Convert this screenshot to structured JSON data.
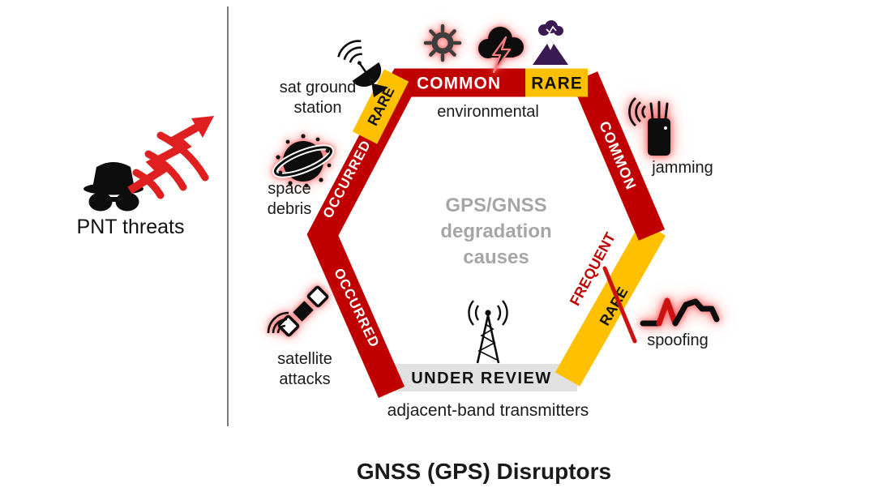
{
  "title": "GNSS (GPS) Disruptors",
  "left_panel": {
    "threat_label": "PNT threats"
  },
  "hexagon": {
    "center_label": "GPS/GNSS\ndegradation\ncauses",
    "bands": {
      "top_common": "COMMON",
      "top_rare": "RARE",
      "top_left_rare": "RARE",
      "upper_left_occurred": "OCCURRED",
      "lower_left_occurred": "OCCURRED",
      "upper_right_common": "COMMON",
      "lower_right_rare": "RARE",
      "lower_right_frequent": "FREQUENT",
      "bottom_under_review": "UNDER REVIEW"
    },
    "causes": {
      "environmental": "environmental",
      "jamming": "jamming",
      "spoofing": "spoofing",
      "adjacent_band": "adjacent-band transmitters",
      "sat_ground_station": "sat ground\nstation",
      "space_debris": "space\ndebris",
      "satellite_attacks": "satellite\nattacks"
    }
  },
  "icons": {
    "sun": "sun-icon",
    "storm": "storm-cloud-lightning-icon",
    "volcano": "volcano-icon",
    "dish": "satellite-dish-icon",
    "debris": "space-debris-planet-icon",
    "satellite": "satellite-icon",
    "tower": "radio-tower-icon",
    "jammer": "jammer-device-icon",
    "spoof_wave": "spoofed-signal-wave-icon",
    "spy": "spy-hat-and-mask-icon",
    "signal_bolt": "attack-signal-bolt-icon"
  },
  "colors": {
    "band_red": "#c00000",
    "band_yellow": "#ffc000",
    "band_gray": "#e1e1e1",
    "center_text_gray": "#a6a6a6",
    "strike_red": "#cc1111",
    "volcano_purple": "#3b1a52",
    "glow_pink": "#ff7a7a"
  }
}
